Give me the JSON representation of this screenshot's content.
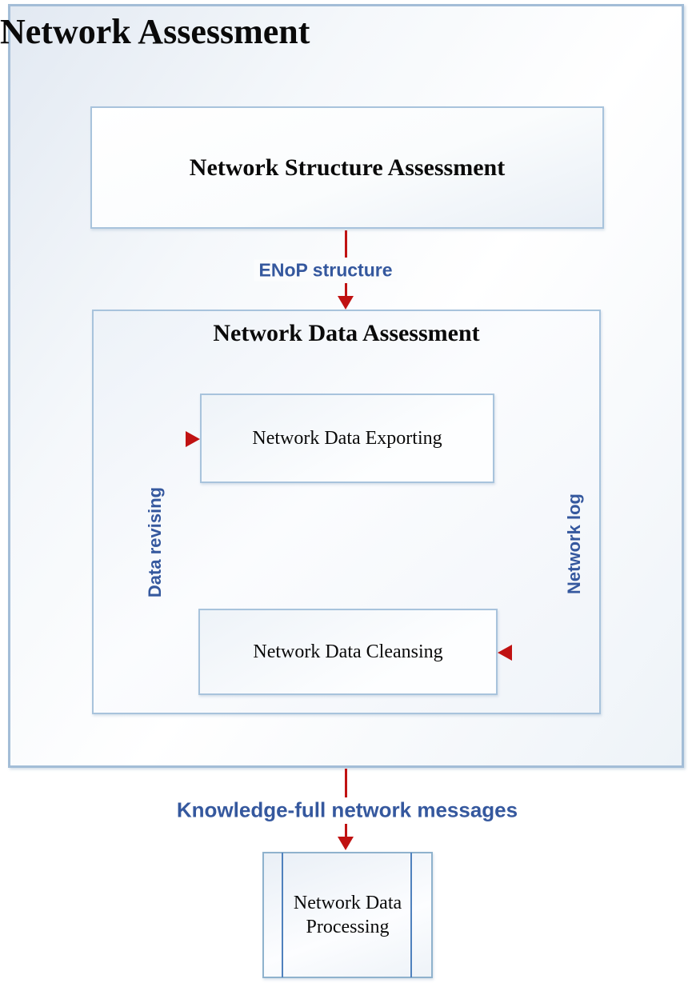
{
  "page": {
    "title": "Network Assessment"
  },
  "boxes": {
    "structure": {
      "label": "Network Structure Assessment"
    },
    "data_assessment": {
      "title": "Network Data Assessment"
    },
    "exporting": {
      "label": "Network Data Exporting"
    },
    "cleansing": {
      "label": "Network Data Cleansing"
    },
    "processing": {
      "label": "Network Data Processing"
    }
  },
  "labels": {
    "enop": "ENoP structure",
    "knowledge": "Knowledge-full network messages",
    "data_revising": "Data revising",
    "network_log": "Network log"
  },
  "colors": {
    "box_border": "#a3bdd7",
    "inner_box_border": "#a8c3dc",
    "process_border": "#8fb2cd",
    "process_inner_line": "#4f81bd",
    "arrow_red": "#c01212",
    "label_blue": "#35589e",
    "title_black": "#0a0a0a"
  }
}
